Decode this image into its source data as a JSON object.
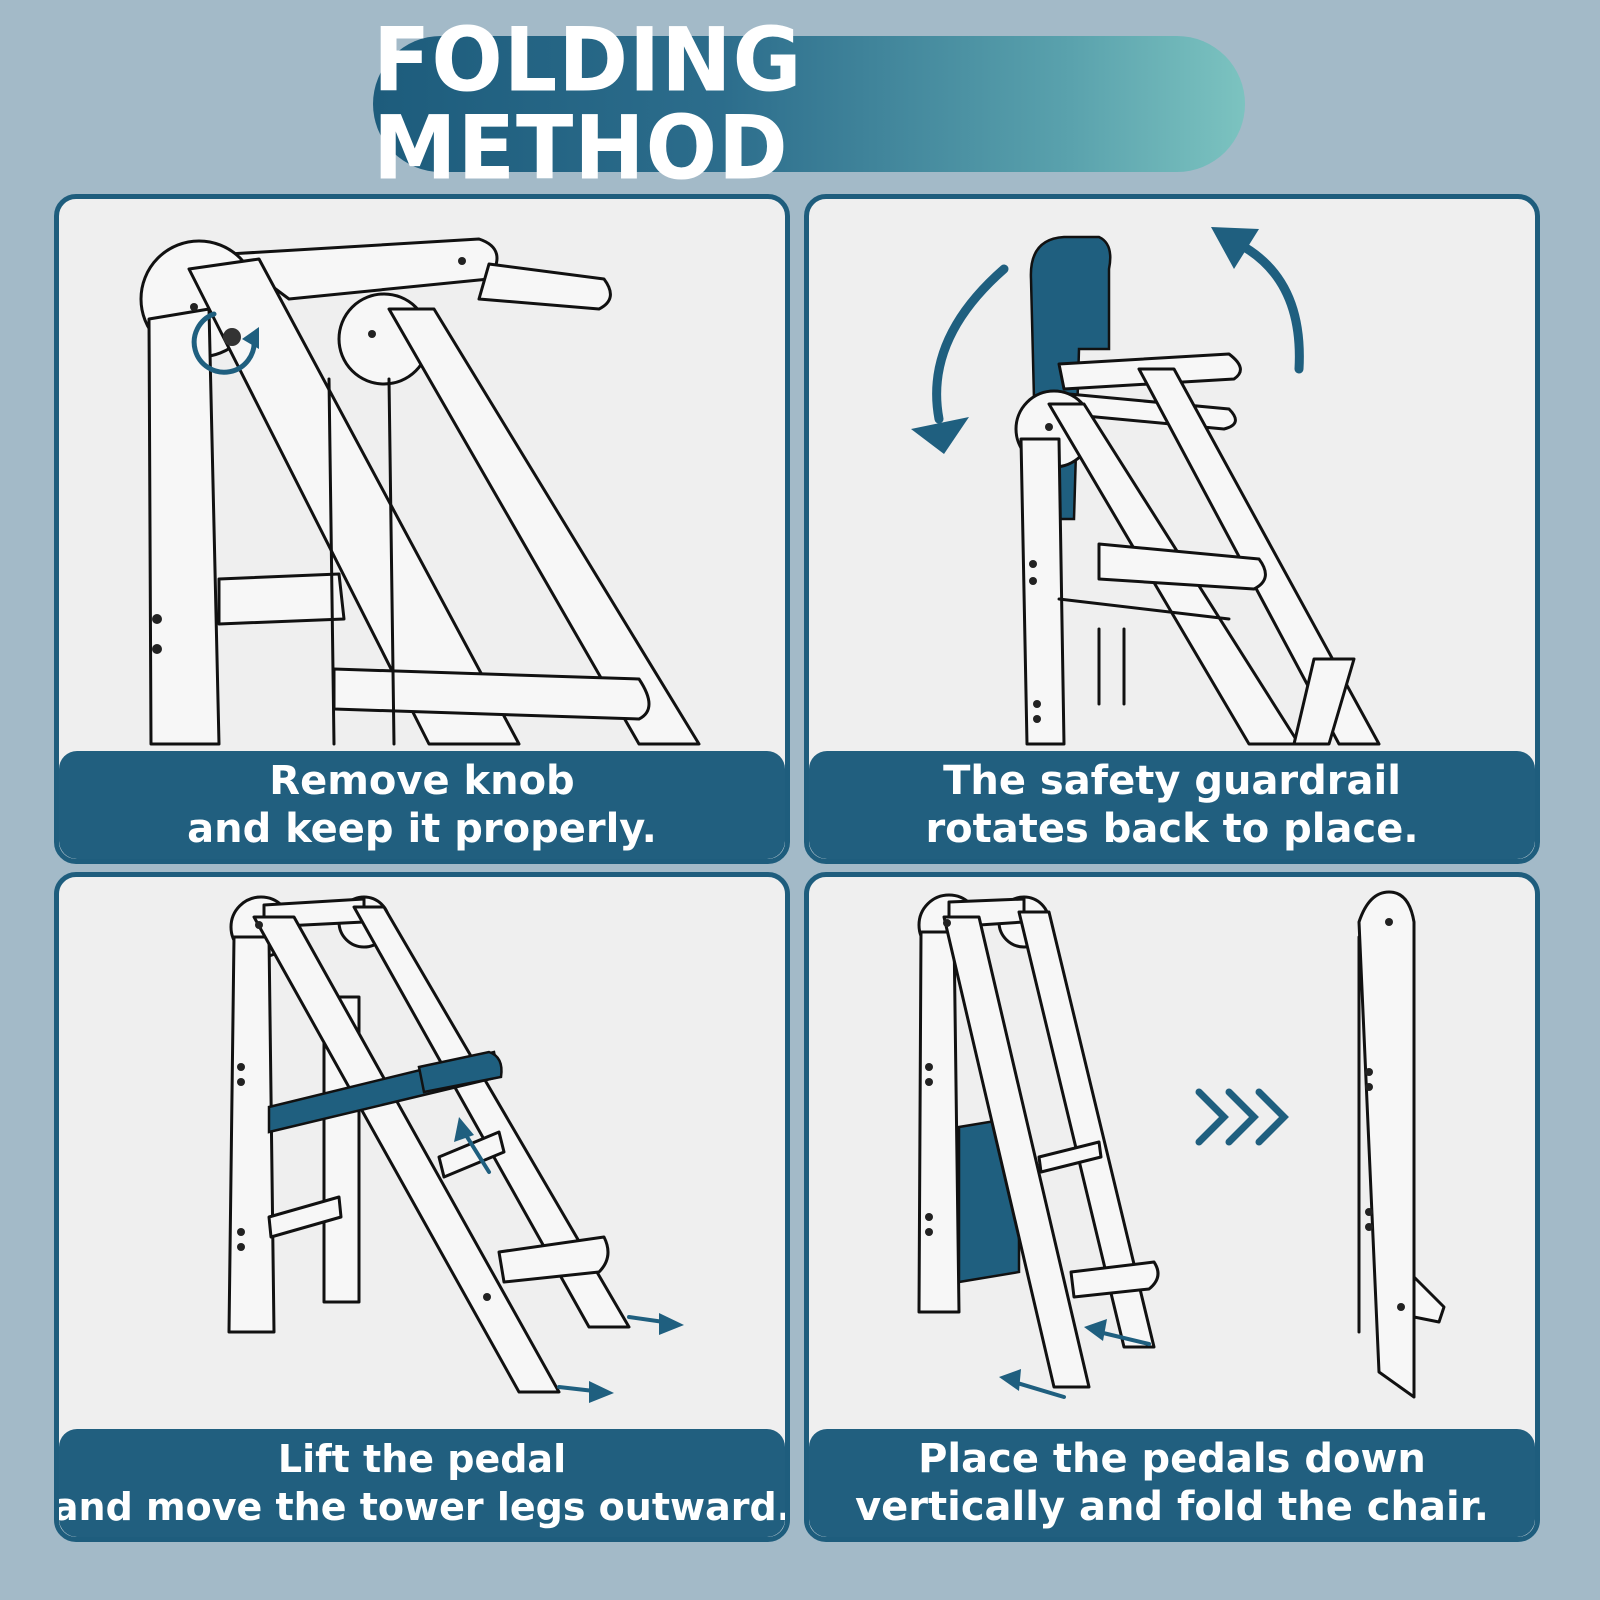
{
  "header": {
    "title": "FOLDING METHOD"
  },
  "colors": {
    "accent": "#215f7f",
    "background": "#a3bac8",
    "panel": "#efefef",
    "title_gradient_end": "#7cc3c0"
  },
  "steps": [
    {
      "caption_line1": "Remove knob",
      "caption_line2": "and keep it properly.",
      "icon": "knob-rotate-icon"
    },
    {
      "caption_line1": "The safety guardrail",
      "caption_line2": "rotates back to place.",
      "icon": "rotate-arrows-icon"
    },
    {
      "caption_line1": "Lift the pedal",
      "caption_line2": "and move the tower legs outward.",
      "icon": "move-outward-arrows-icon"
    },
    {
      "caption_line1": "Place the pedals down",
      "caption_line2": "vertically and fold the chair.",
      "icon": "chevron-right-triple-icon"
    }
  ]
}
